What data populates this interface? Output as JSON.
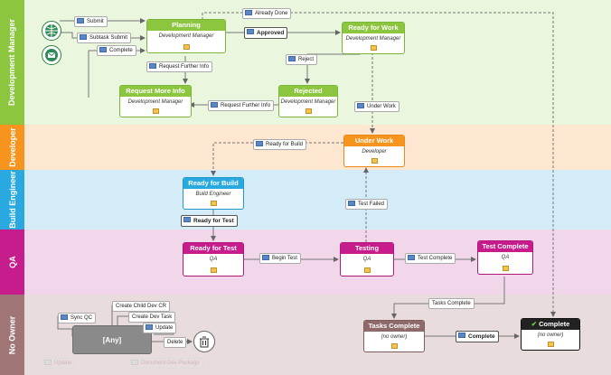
{
  "lanes": [
    {
      "label": "Development Manager",
      "color": "#8cc63f",
      "bg": "#eaf6dd"
    },
    {
      "label": "Developer",
      "color": "#f7941d",
      "bg": "#fde7d0"
    },
    {
      "label": "Build Engineer",
      "color": "#29a9df",
      "bg": "#d4ecf8"
    },
    {
      "label": "QA",
      "color": "#c71c8c",
      "bg": "#f2d6ea"
    },
    {
      "label": "No Owner",
      "color": "#a07575",
      "bg": "#e8dcdc"
    }
  ],
  "states": {
    "planning": {
      "title": "Planning",
      "role": "Development Manager",
      "color": "#8cc63f"
    },
    "ready_for_work": {
      "title": "Ready for Work",
      "role": "Development Manager",
      "color": "#8cc63f"
    },
    "request_more_info": {
      "title": "Request More Info",
      "role": "Development Manager",
      "color": "#8cc63f"
    },
    "rejected": {
      "title": "Rejected",
      "role": "Development Manager",
      "color": "#8cc63f"
    },
    "under_work": {
      "title": "Under Work",
      "role": "Developer",
      "color": "#f7941d"
    },
    "ready_for_build": {
      "title": "Ready for Build",
      "role": "Build Engineer",
      "color": "#29a9df"
    },
    "ready_for_test": {
      "title": "Ready for Test",
      "role": "QA",
      "color": "#c71c8c"
    },
    "testing": {
      "title": "Testing",
      "role": "QA",
      "color": "#c71c8c"
    },
    "test_complete": {
      "title": "Test Complete",
      "role": "QA",
      "color": "#c71c8c"
    },
    "tasks_complete": {
      "title": "Tasks Complete",
      "role": "(no owner)",
      "color": "#8f6a6a"
    },
    "complete": {
      "title": "Complete",
      "role": "(no owner)",
      "color": "#222222"
    },
    "any": {
      "title": "[Any]"
    }
  },
  "transitions": {
    "submit": "Submit",
    "subtask_submit": "Subtask Submit",
    "complete_dm": "Complete",
    "already_done": "Already Done",
    "approved": "Approved",
    "request_further_info_1": "Request Further Info",
    "reject": "Reject",
    "request_further_info_2": "Request Further Info",
    "under_work": "Under Work",
    "ready_for_build": "Ready for Build",
    "test_failed": "Test Failed",
    "ready_for_test": "Ready for Test",
    "begin_test": "Begin Test",
    "test_complete": "Test Complete",
    "tasks_complete": "Tasks Complete",
    "complete_final": "Complete",
    "sync_qc": "Sync QC",
    "create_child_dev_cr": "Create Child Dev CR",
    "create_dev_task": "Create Dev Task",
    "update": "Update",
    "delete": "Delete",
    "update_faded": "Update",
    "document_dev_package": "Document Dev Package"
  },
  "icons": {
    "web_start": "globe-icon",
    "email_start": "email-icon",
    "trash": "trash-icon"
  }
}
